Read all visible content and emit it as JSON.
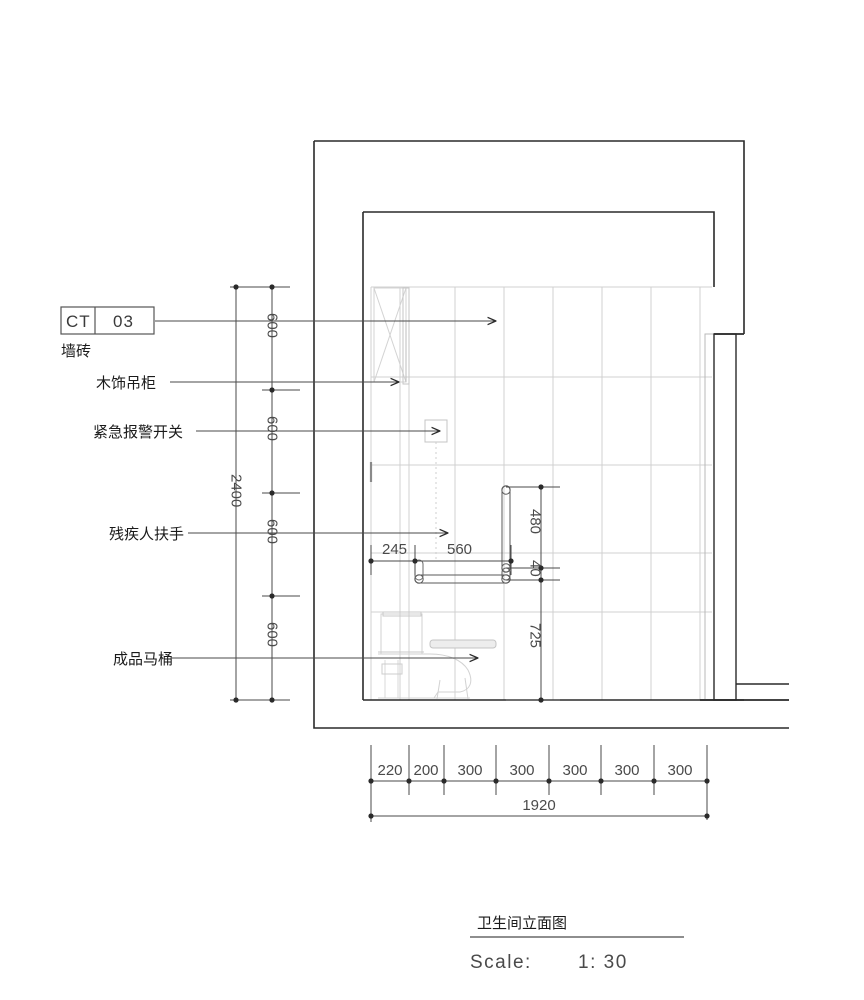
{
  "drawing": {
    "title": "卫生间立面图",
    "scale_label": "Scale:",
    "scale_value": "1: 30",
    "sheet_bg": "#ffffff",
    "line_color": "#2a2a2a",
    "tile_color": "#cfcfcf",
    "fixture_color": "#d8d8d8"
  },
  "material_tag": {
    "code": "CT",
    "number": "03",
    "caption": "墙砖"
  },
  "annotations": [
    {
      "label": "木饰吊柜",
      "target": "wood-wall-cabinet"
    },
    {
      "label": "紧急报警开关",
      "target": "emergency-alarm-switch"
    },
    {
      "label": "残疾人扶手",
      "target": "accessible-grab-bar"
    },
    {
      "label": "成品马桶",
      "target": "prefab-toilet"
    }
  ],
  "chart_data": {
    "type": "table",
    "title": "卫生间立面图",
    "vertical_dimension_chain": {
      "segments": [
        "600",
        "600",
        "600",
        "600"
      ],
      "total": "2400",
      "unit": "mm"
    },
    "horizontal_dimension_chain": {
      "segments": [
        "220",
        "200",
        "300",
        "300",
        "300",
        "300",
        "300"
      ],
      "total": "1920",
      "unit": "mm"
    },
    "detail_dimensions": {
      "grab_bar_offset": "245",
      "grab_bar_length": "560",
      "grab_bar_vertical": "480",
      "grab_bar_gap": "40",
      "toilet_to_bar": "725"
    }
  },
  "vertical_dims": [
    "600",
    "600",
    "600",
    "600"
  ],
  "vertical_total": "2400",
  "horizontal_dims": [
    "220",
    "200",
    "300",
    "300",
    "300",
    "300",
    "300"
  ],
  "horizontal_total": "1920",
  "detail_dims": {
    "d245": "245",
    "d560": "560",
    "d480": "480",
    "d40": "40",
    "d725": "725"
  }
}
